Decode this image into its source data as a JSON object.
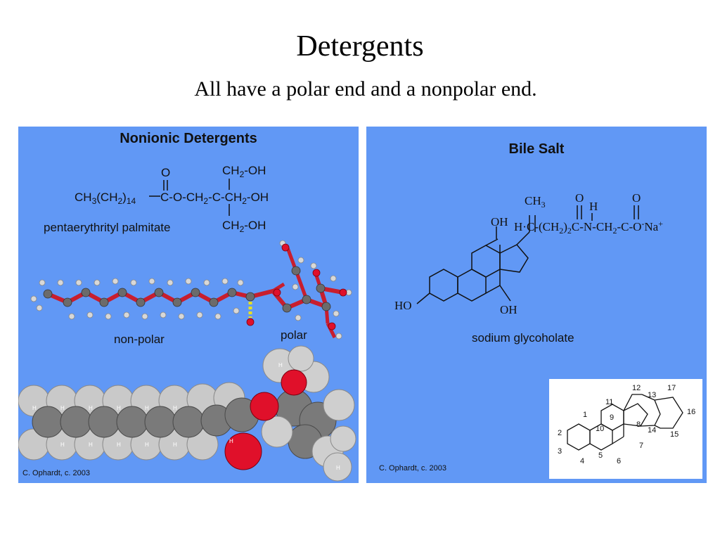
{
  "title": "Detergents",
  "subtitle": "All have a polar end and a nonpolar end.",
  "left_panel": {
    "title": "Nonionic Detergents",
    "formula": {
      "main_chain": "CH3(CH2)14",
      "ester_link": "C-O-CH2-C-CH2-OH",
      "carbonyl_o": "O",
      "top_branch": "CH2-OH",
      "bottom_branch": "CH2-OH"
    },
    "compound_name": "pentaerythrityl palmitate",
    "label_nonpolar": "non-polar",
    "label_polar": "polar",
    "credit": "C. Ophardt, c. 2003",
    "colors": {
      "carbon": "#6b6b6b",
      "hydrogen": "#d8d8d8",
      "oxygen": "#e0102a",
      "bond": "#c81e2e"
    }
  },
  "right_panel": {
    "title": "Bile Salt",
    "formula": {
      "methyl": "CH3",
      "chain": "H-C-(CH2)2-C-N-CH2-C-O- Na+",
      "oxygen_1": "O",
      "oxygen_2": "O",
      "amide_h": "H",
      "oh_top": "OH",
      "oh_left": "HO",
      "oh_bottom": "OH"
    },
    "compound_name": "sodium glycoholate",
    "credit": "C. Ophardt, c. 2003",
    "steroid_numbering": [
      "1",
      "2",
      "3",
      "4",
      "5",
      "6",
      "7",
      "8",
      "9",
      "10",
      "11",
      "12",
      "13",
      "14",
      "15",
      "16",
      "17"
    ]
  },
  "colors": {
    "panel_bg": "#6198f5",
    "text": "#111111"
  }
}
